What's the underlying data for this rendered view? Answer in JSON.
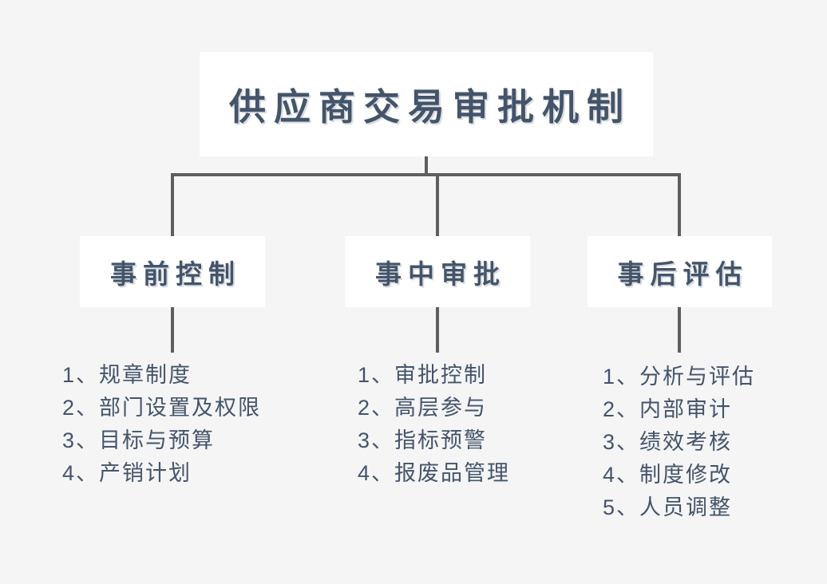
{
  "title": "供应商交易审批机制",
  "colors": {
    "background": "#f5f5f6",
    "node_fill": "#ffffff",
    "text": "#44546a",
    "connector": "#5e5e5e"
  },
  "branches": [
    {
      "label": "事前控制",
      "items": [
        "1、规章制度",
        "2、部门设置及权限",
        "3、目标与预算",
        "4、产销计划"
      ]
    },
    {
      "label": "事中审批",
      "items": [
        "1、审批控制",
        "2、高层参与",
        "3、指标预警",
        "4、报废品管理"
      ]
    },
    {
      "label": "事后评估",
      "items": [
        "1、分析与评估",
        "2、内部审计",
        "3、绩效考核",
        "4、制度修改",
        "5、人员调整"
      ]
    }
  ]
}
